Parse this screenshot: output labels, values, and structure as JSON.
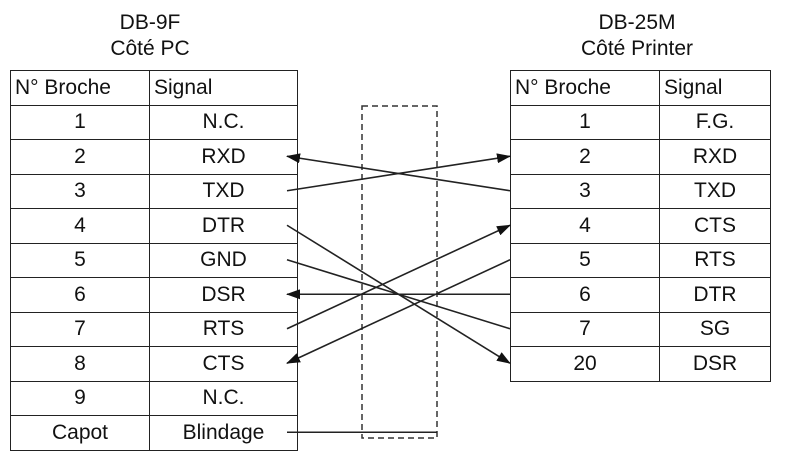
{
  "left": {
    "title": "DB-9F",
    "subtitle": "Côté PC",
    "headers": [
      "N° Broche",
      "Signal"
    ],
    "rows": [
      [
        "1",
        "N.C."
      ],
      [
        "2",
        "RXD"
      ],
      [
        "3",
        "TXD"
      ],
      [
        "4",
        "DTR"
      ],
      [
        "5",
        "GND"
      ],
      [
        "6",
        "DSR"
      ],
      [
        "7",
        "RTS"
      ],
      [
        "8",
        "CTS"
      ],
      [
        "9",
        "N.C."
      ],
      [
        "Capot",
        "Blindage"
      ]
    ]
  },
  "right": {
    "title": "DB-25M",
    "subtitle": "Côté Printer",
    "headers": [
      "N° Broche",
      "Signal"
    ],
    "rows": [
      [
        "1",
        "F.G."
      ],
      [
        "2",
        "RXD"
      ],
      [
        "3",
        "TXD"
      ],
      [
        "4",
        "CTS"
      ],
      [
        "5",
        "RTS"
      ],
      [
        "6",
        "DTR"
      ],
      [
        "7",
        "SG"
      ],
      [
        "20",
        "DSR"
      ]
    ]
  },
  "connections": [
    {
      "from_pin": "3",
      "to_pin": "2",
      "direction": "to-right"
    },
    {
      "from_pin": "2",
      "to_pin": "3",
      "direction": "to-left"
    },
    {
      "from_pin": "4",
      "to_pin": "20",
      "direction": "to-right"
    },
    {
      "from_pin": "5",
      "to_pin": "7",
      "direction": "none"
    },
    {
      "from_pin": "6",
      "to_pin": "6",
      "direction": "to-left"
    },
    {
      "from_pin": "7",
      "to_pin": "4",
      "direction": "to-right"
    },
    {
      "from_pin": "8",
      "to_pin": "5",
      "direction": "to-left"
    },
    {
      "from_pin": "Capot",
      "to_pin": "shield",
      "direction": "none"
    }
  ]
}
